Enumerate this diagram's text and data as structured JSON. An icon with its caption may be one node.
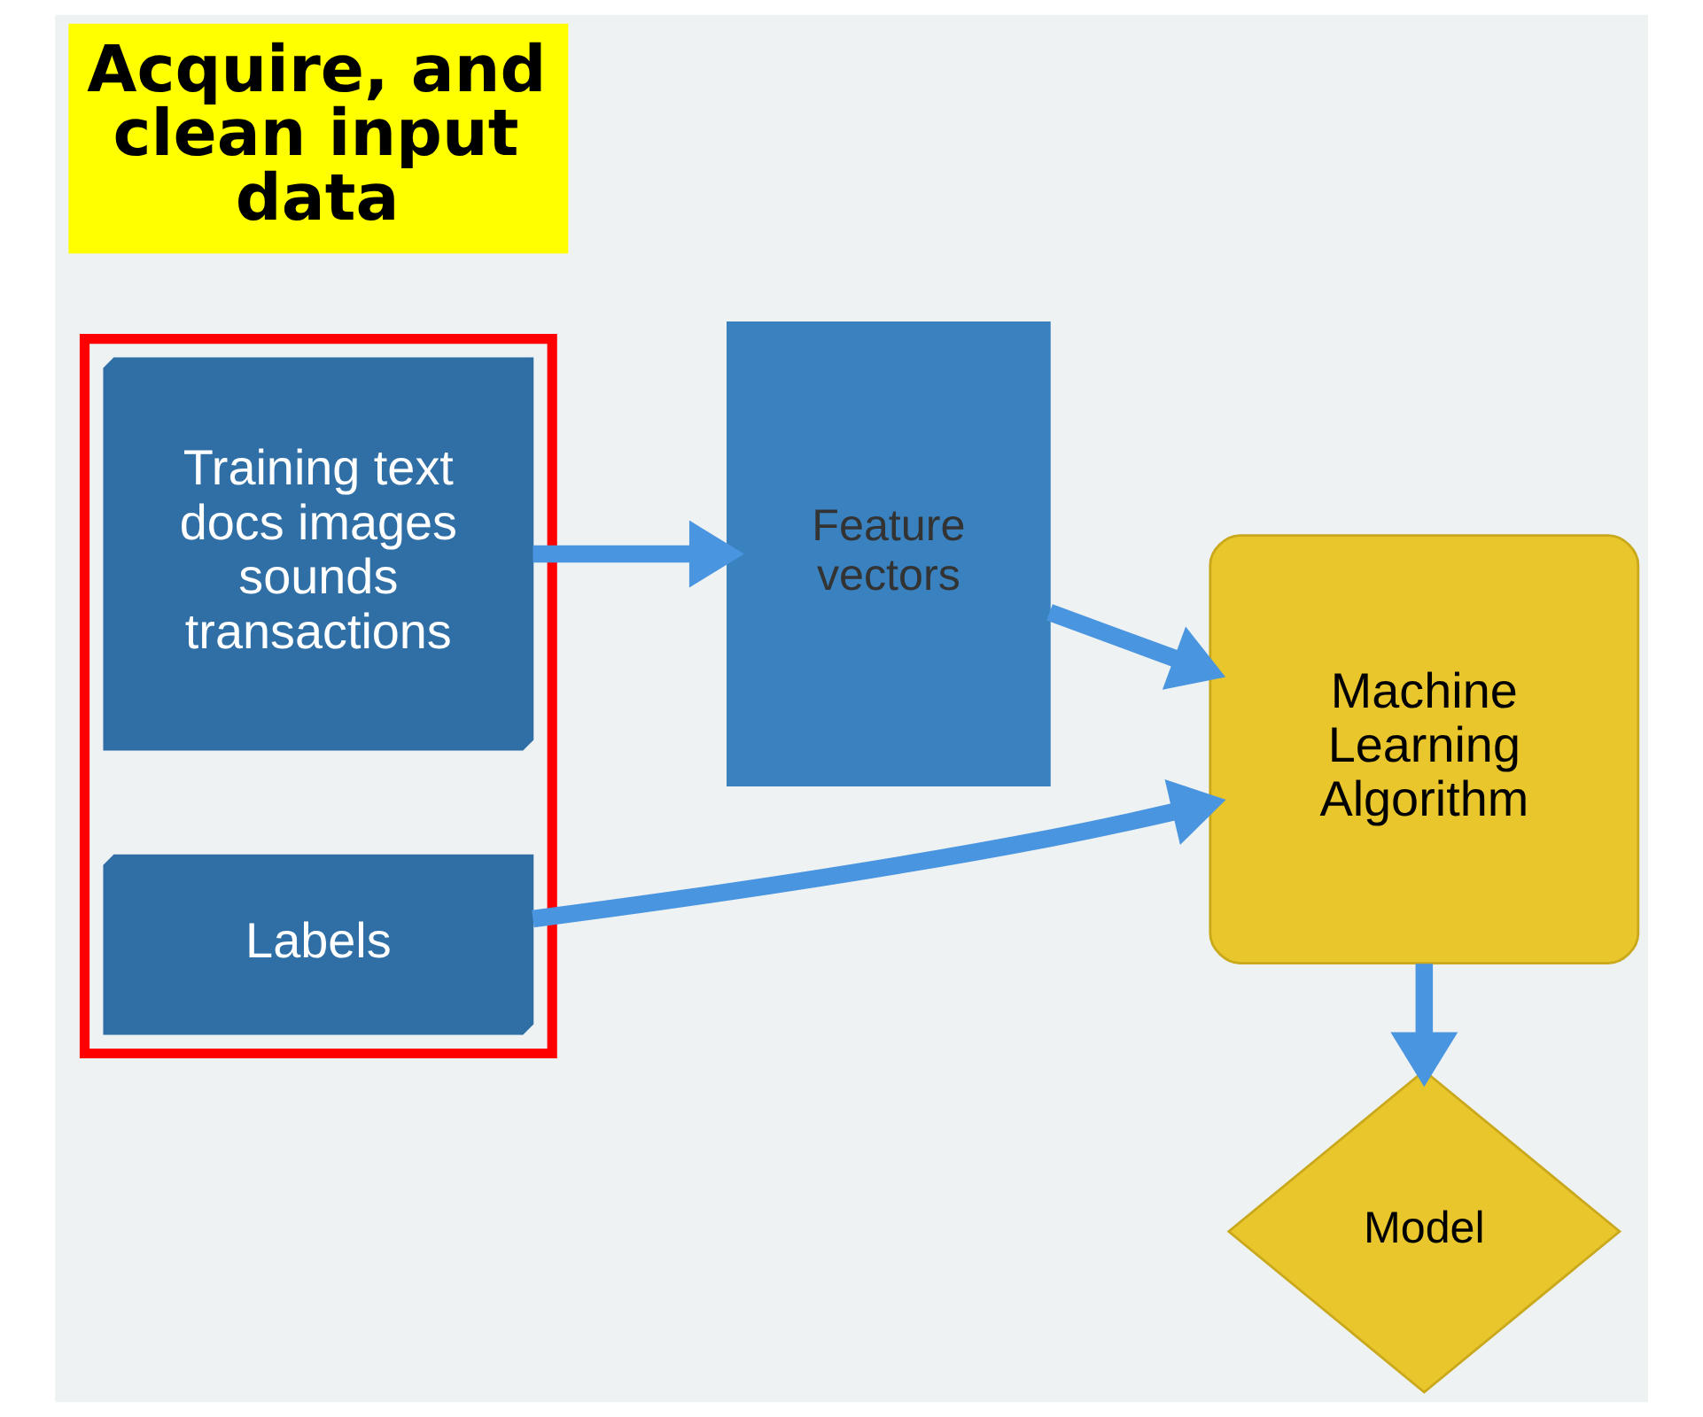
{
  "diagram": {
    "nodes": [
      {
        "text": [],
        "shape": "box"
      },
      {
        "text": [
          "Training text docs images sounds transactions"
        ],
        "in": 0
      },
      {
        "text": [
          "Labels"
        ],
        "in": 0
      },
      {
        "text": [
          "Feature vectors"
        ]
      },
      {
        "text": [
          "Machine Learning Algorithm"
        ]
      },
      {
        "text": [
          "Model"
        ]
      },
      {
        "text": [
          "Acquire, and clean input data"
        ]
      }
    ],
    "edges": [
      {
        "from": 1,
        "to": 3,
        "arrow": "to"
      },
      {
        "from": 3,
        "to": 4,
        "arrow": "to"
      },
      {
        "from": 2,
        "to": 4,
        "arrow": "to"
      },
      {
        "from": 4,
        "to": 5,
        "arrow": "to"
      }
    ]
  }
}
